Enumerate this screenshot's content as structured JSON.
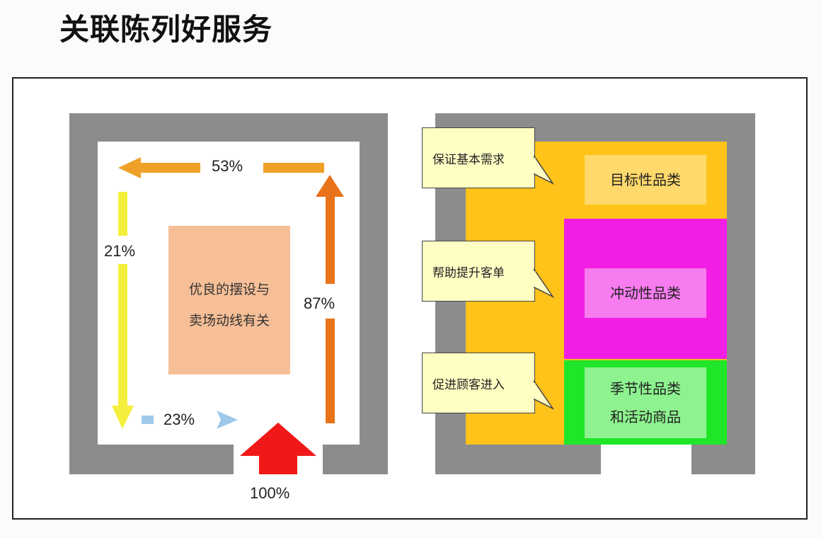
{
  "page_title": "关联陈列好服务",
  "left_diagram": {
    "center_text_line1": "优良的摆设与",
    "center_text_line2": "卖场动线有关",
    "pct_top": "53%",
    "pct_left": "21%",
    "pct_right": "87%",
    "pct_bottom": "23%",
    "pct_entrance": "100%",
    "colors": {
      "wall": "#8c8c8c",
      "center_box": "#f7bf97",
      "arrow_top": "#eea126",
      "arrow_left": "#f4ef3c",
      "arrow_right": "#e8731b",
      "arrow_bottom": "#9fc9ea",
      "arrow_entrance": "#f01818"
    }
  },
  "right_diagram": {
    "bubbles": [
      {
        "text": "保证基本需求"
      },
      {
        "text": "帮助提升客单"
      },
      {
        "text": "促进顾客进入"
      }
    ],
    "categories": {
      "target": "目标性品类",
      "impulse": "冲动性品类",
      "seasonal_line1": "季节性品类",
      "seasonal_line2": "和活动商品"
    },
    "colors": {
      "wall": "#8c8c8c",
      "floor": "#ffc31a",
      "target_inner": "#ffd96b",
      "impulse": "#f21ee4",
      "impulse_inner": "#f77cf0",
      "seasonal": "#20e62a",
      "seasonal_inner": "#8df28f",
      "bubble": "#ffffc4"
    }
  }
}
